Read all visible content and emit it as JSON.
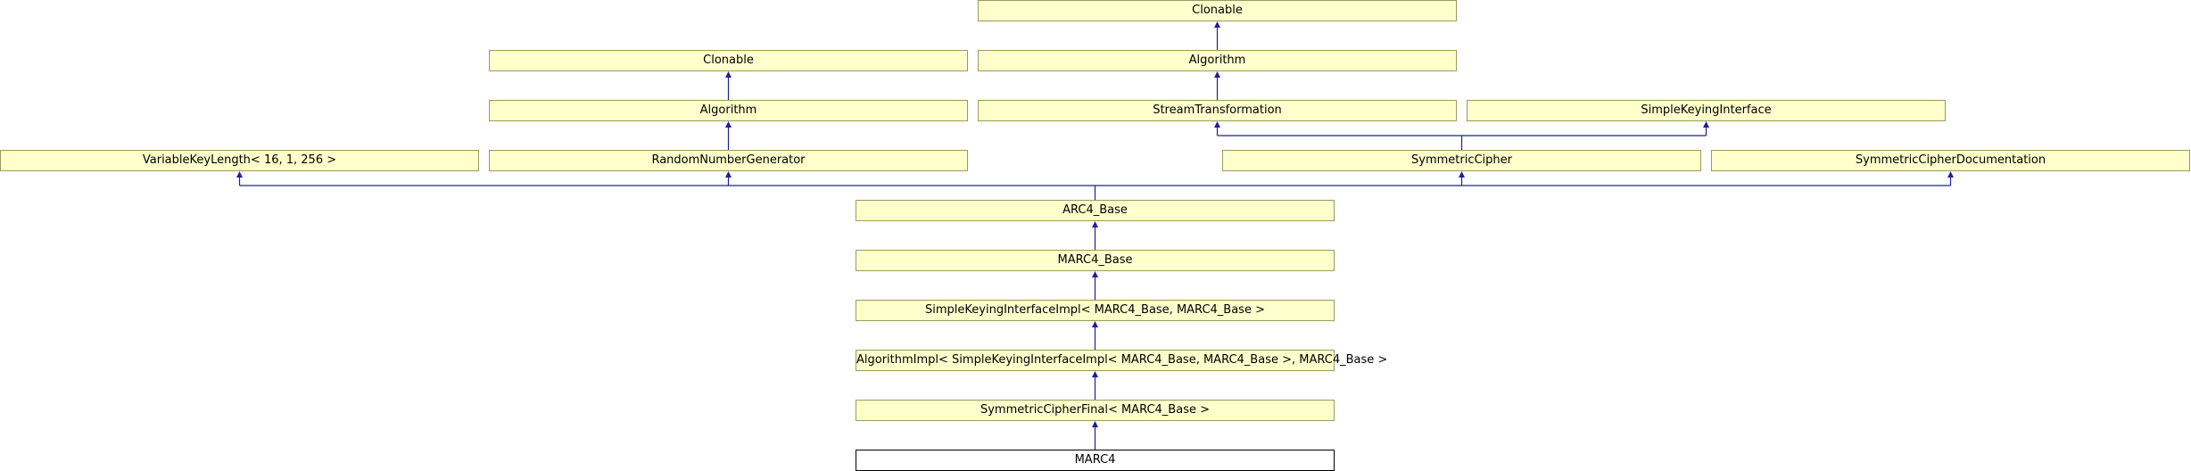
{
  "diagram": {
    "title": "",
    "colors": {
      "node_fill": "#ffffcc",
      "node_border": "#9a9a60",
      "current_fill": "#ffffff",
      "current_border": "#000000",
      "edge": "#1f1f99"
    },
    "nodes": [
      {
        "id": "clonable_top",
        "label": "Clonable"
      },
      {
        "id": "clonable_left",
        "label": "Clonable"
      },
      {
        "id": "algorithm_right",
        "label": "Algorithm"
      },
      {
        "id": "algorithm_left",
        "label": "Algorithm"
      },
      {
        "id": "stream_transformation",
        "label": "StreamTransformation"
      },
      {
        "id": "simple_keying_interface",
        "label": "SimpleKeyingInterface"
      },
      {
        "id": "variable_key_length",
        "label": "VariableKeyLength< 16, 1, 256 >"
      },
      {
        "id": "random_number_generator",
        "label": "RandomNumberGenerator"
      },
      {
        "id": "symmetric_cipher",
        "label": "SymmetricCipher"
      },
      {
        "id": "symmetric_cipher_documentation",
        "label": "SymmetricCipherDocumentation"
      },
      {
        "id": "arc4_base",
        "label": "ARC4_Base"
      },
      {
        "id": "marc4_base",
        "label": "MARC4_Base"
      },
      {
        "id": "simple_keying_interface_impl",
        "label": "SimpleKeyingInterfaceImpl< MARC4_Base, MARC4_Base >"
      },
      {
        "id": "algorithm_impl",
        "label": "AlgorithmImpl< SimpleKeyingInterfaceImpl< MARC4_Base, MARC4_Base >, MARC4_Base >"
      },
      {
        "id": "symmetric_cipher_final",
        "label": "SymmetricCipherFinal< MARC4_Base >"
      },
      {
        "id": "marc4",
        "label": "MARC4",
        "current": true
      }
    ],
    "edges": [
      {
        "from": "algorithm_right",
        "to": "clonable_top"
      },
      {
        "from": "stream_transformation",
        "to": "algorithm_right"
      },
      {
        "from": "algorithm_left",
        "to": "clonable_left"
      },
      {
        "from": "random_number_generator",
        "to": "algorithm_left"
      },
      {
        "from": "symmetric_cipher",
        "to": "stream_transformation"
      },
      {
        "from": "symmetric_cipher",
        "to": "simple_keying_interface"
      },
      {
        "from": "arc4_base",
        "to": "variable_key_length"
      },
      {
        "from": "arc4_base",
        "to": "random_number_generator"
      },
      {
        "from": "arc4_base",
        "to": "symmetric_cipher"
      },
      {
        "from": "arc4_base",
        "to": "symmetric_cipher_documentation"
      },
      {
        "from": "marc4_base",
        "to": "arc4_base"
      },
      {
        "from": "simple_keying_interface_impl",
        "to": "marc4_base"
      },
      {
        "from": "algorithm_impl",
        "to": "simple_keying_interface_impl"
      },
      {
        "from": "symmetric_cipher_final",
        "to": "algorithm_impl"
      },
      {
        "from": "marc4",
        "to": "symmetric_cipher_final"
      }
    ]
  }
}
